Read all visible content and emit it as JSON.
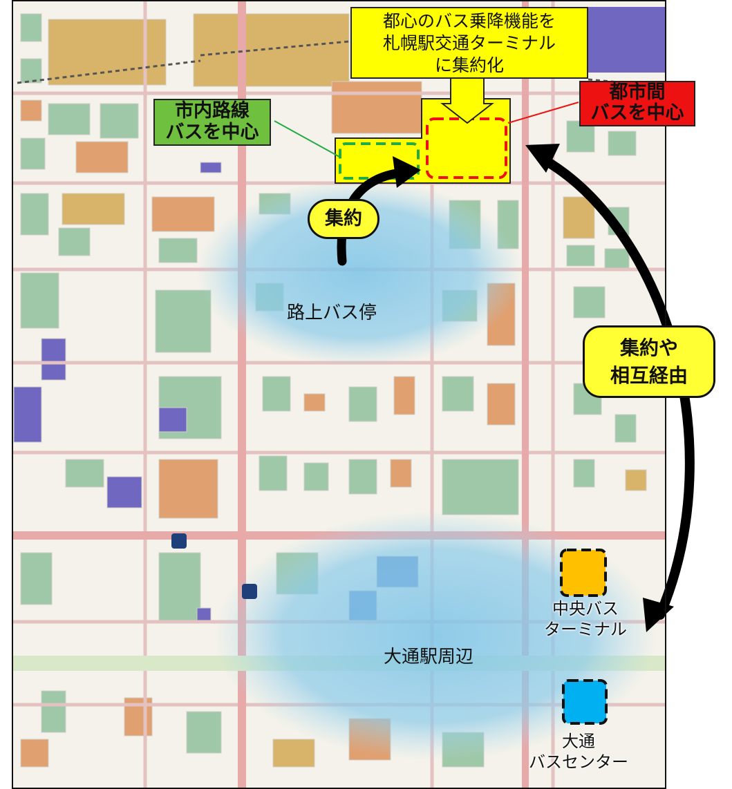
{
  "callout": {
    "line1": "都心のバス乗降機能を",
    "line2": "札幌駅交通ターミナル",
    "line3": "に集約化"
  },
  "city_route_tag": {
    "line1": "市内路線",
    "line2": "バスを中心"
  },
  "intercity_tag": {
    "line1": "都市間",
    "line2": "バスを中心"
  },
  "consolidate_bubble": {
    "label": "集約"
  },
  "mutual_bubble": {
    "line1": "集約や",
    "line2": "相互経由"
  },
  "areas": {
    "roadside_stops": "路上バス停",
    "odori_area": "大通駅周辺"
  },
  "terminals": {
    "chuo": {
      "line1": "中央バス",
      "line2": "ターミナル",
      "color": "#ffc000"
    },
    "odori": {
      "line1": "大通",
      "line2": "バスセンター",
      "color": "#00b0f0"
    }
  },
  "colors": {
    "highlight": "#ffff00",
    "green_tag": "#70c040",
    "red_tag": "#ee1111",
    "arrow": "#000000",
    "blue_zone": "#7cc4e8"
  }
}
